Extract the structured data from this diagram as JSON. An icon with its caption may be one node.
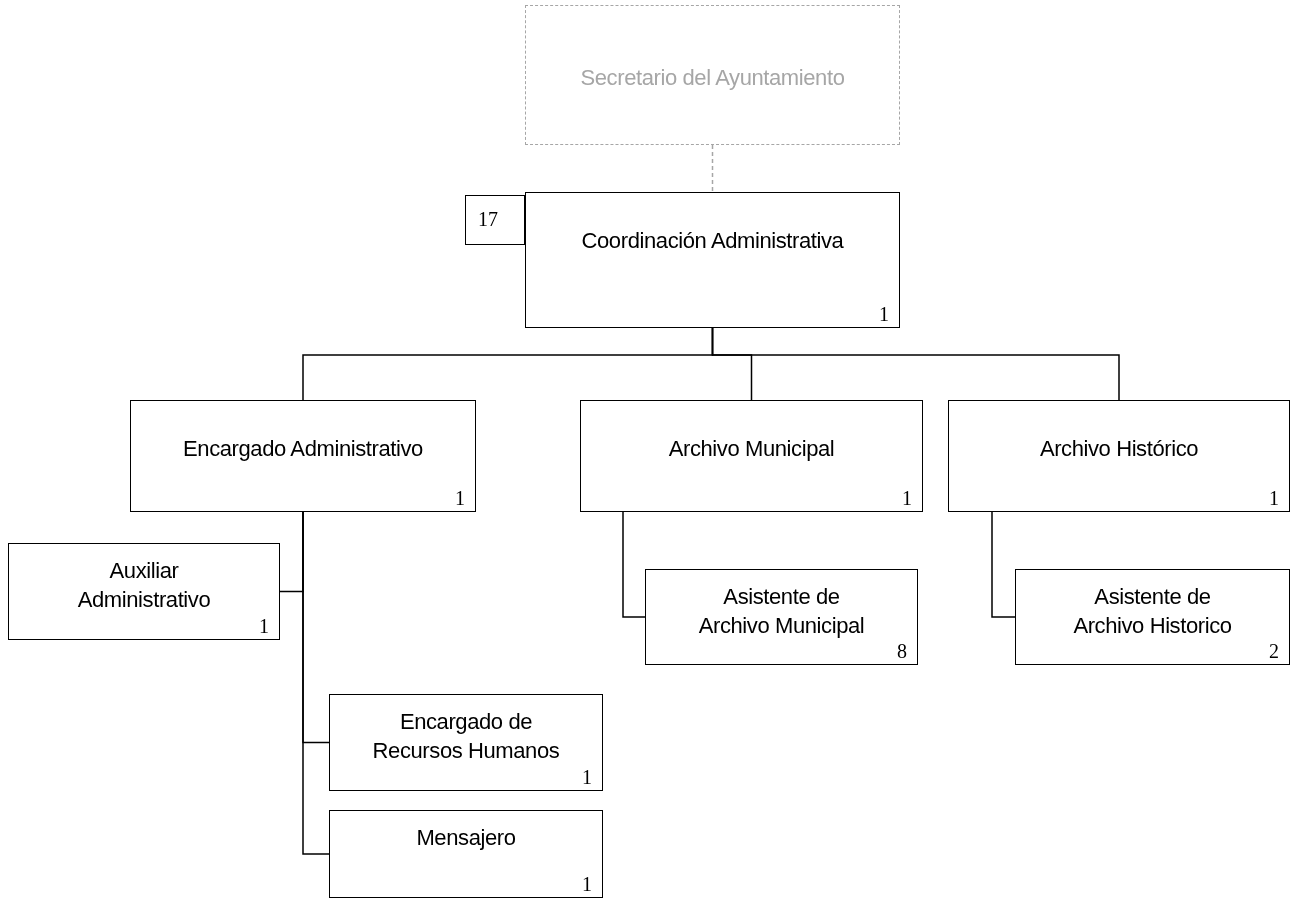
{
  "diagram": {
    "nodes": [
      {
        "text": [
          "Secretario del Ayuntamiento"
        ]
      },
      {
        "text": [
          "17"
        ]
      },
      {
        "text": [
          "Coordinación Administrativa",
          "1"
        ]
      },
      {
        "text": [
          "Encargado Administrativo",
          "1"
        ]
      },
      {
        "text": [
          "Archivo Municipal",
          "1"
        ]
      },
      {
        "text": [
          "Archivo Histórico",
          "1"
        ]
      },
      {
        "text": [
          "Auxiliar Administrativo",
          "1"
        ]
      },
      {
        "text": [
          "Asistente de Archivo Municipal",
          "8"
        ]
      },
      {
        "text": [
          "Asistente de Archivo Historico",
          "2"
        ]
      },
      {
        "text": [
          "Encargado de Recursos Humanos",
          "1"
        ]
      },
      {
        "text": [
          "Mensajero",
          "1"
        ]
      }
    ],
    "edges": [
      {
        "from": 0,
        "to": 2,
        "arrow": "none",
        "style": "dashed",
        "color": "#a6a6a6"
      },
      {
        "from": 2,
        "to": 3,
        "arrow": "none"
      },
      {
        "from": 2,
        "to": 4,
        "arrow": "none"
      },
      {
        "from": 2,
        "to": 5,
        "arrow": "none"
      },
      {
        "from": 3,
        "to": 6,
        "arrow": "none"
      },
      {
        "from": 3,
        "to": 9,
        "arrow": "none"
      },
      {
        "from": 3,
        "to": 10,
        "arrow": "none"
      },
      {
        "from": 4,
        "to": 7,
        "arrow": "none"
      },
      {
        "from": 5,
        "to": 8,
        "arrow": "none"
      }
    ]
  }
}
